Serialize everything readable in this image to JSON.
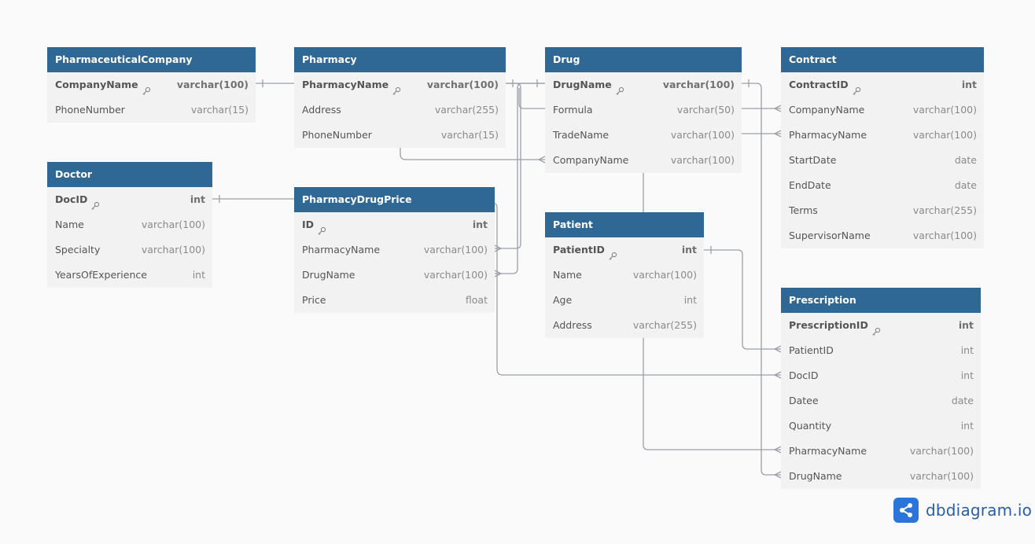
{
  "tables": [
    {
      "id": "pharmaceuticalcompany",
      "name": "PharmaceuticalCompany",
      "fields": [
        {
          "name": "CompanyName",
          "type": "varchar(100)",
          "pk": true
        },
        {
          "name": "PhoneNumber",
          "type": "varchar(15)"
        }
      ]
    },
    {
      "id": "pharmacy",
      "name": "Pharmacy",
      "fields": [
        {
          "name": "PharmacyName",
          "type": "varchar(100)",
          "pk": true
        },
        {
          "name": "Address",
          "type": "varchar(255)"
        },
        {
          "name": "PhoneNumber",
          "type": "varchar(15)"
        }
      ]
    },
    {
      "id": "drug",
      "name": "Drug",
      "fields": [
        {
          "name": "DrugName",
          "type": "varchar(100)",
          "pk": true
        },
        {
          "name": "Formula",
          "type": "varchar(50)"
        },
        {
          "name": "TradeName",
          "type": "varchar(100)"
        },
        {
          "name": "CompanyName",
          "type": "varchar(100)"
        }
      ]
    },
    {
      "id": "contract",
      "name": "Contract",
      "fields": [
        {
          "name": "ContractID",
          "type": "int",
          "pk": true
        },
        {
          "name": "CompanyName",
          "type": "varchar(100)"
        },
        {
          "name": "PharmacyName",
          "type": "varchar(100)"
        },
        {
          "name": "StartDate",
          "type": "date"
        },
        {
          "name": "EndDate",
          "type": "date"
        },
        {
          "name": "Terms",
          "type": "varchar(255)"
        },
        {
          "name": "SupervisorName",
          "type": "varchar(100)"
        }
      ]
    },
    {
      "id": "doctor",
      "name": "Doctor",
      "fields": [
        {
          "name": "DocID",
          "type": "int",
          "pk": true
        },
        {
          "name": "Name",
          "type": "varchar(100)"
        },
        {
          "name": "Specialty",
          "type": "varchar(100)"
        },
        {
          "name": "YearsOfExperience",
          "type": "int"
        }
      ]
    },
    {
      "id": "pharmacydrugprice",
      "name": "PharmacyDrugPrice",
      "fields": [
        {
          "name": "ID",
          "type": "int",
          "pk": true
        },
        {
          "name": "PharmacyName",
          "type": "varchar(100)"
        },
        {
          "name": "DrugName",
          "type": "varchar(100)"
        },
        {
          "name": "Price",
          "type": "float"
        }
      ]
    },
    {
      "id": "patient",
      "name": "Patient",
      "fields": [
        {
          "name": "PatientID",
          "type": "int",
          "pk": true
        },
        {
          "name": "Name",
          "type": "varchar(100)"
        },
        {
          "name": "Age",
          "type": "int"
        },
        {
          "name": "Address",
          "type": "varchar(255)"
        }
      ]
    },
    {
      "id": "prescription",
      "name": "Prescription",
      "fields": [
        {
          "name": "PrescriptionID",
          "type": "int",
          "pk": true
        },
        {
          "name": "PatientID",
          "type": "int"
        },
        {
          "name": "DocID",
          "type": "int"
        },
        {
          "name": "Datee",
          "type": "date"
        },
        {
          "name": "Quantity",
          "type": "int"
        },
        {
          "name": "PharmacyName",
          "type": "varchar(100)"
        },
        {
          "name": "DrugName",
          "type": "varchar(100)"
        }
      ]
    }
  ],
  "relationships": [
    {
      "from": "PharmaceuticalCompany.CompanyName",
      "to": "Drug.CompanyName"
    },
    {
      "from": "PharmaceuticalCompany.CompanyName",
      "to": "Contract.CompanyName"
    },
    {
      "from": "Pharmacy.PharmacyName",
      "to": "Contract.PharmacyName"
    },
    {
      "from": "Pharmacy.PharmacyName",
      "to": "PharmacyDrugPrice.PharmacyName"
    },
    {
      "from": "Pharmacy.PharmacyName",
      "to": "Prescription.PharmacyName"
    },
    {
      "from": "Drug.DrugName",
      "to": "PharmacyDrugPrice.DrugName"
    },
    {
      "from": "Drug.DrugName",
      "to": "Prescription.DrugName"
    },
    {
      "from": "Doctor.DocID",
      "to": "Prescription.DocID"
    },
    {
      "from": "Patient.PatientID",
      "to": "Prescription.PatientID"
    }
  ],
  "colors": {
    "header": "#2f6795",
    "body": "#f2f2f2",
    "link": "#9aa0a8",
    "logo": "#2b74d9"
  },
  "logo": {
    "icon": "share-nodes-icon",
    "text": "dbdiagram.io"
  }
}
